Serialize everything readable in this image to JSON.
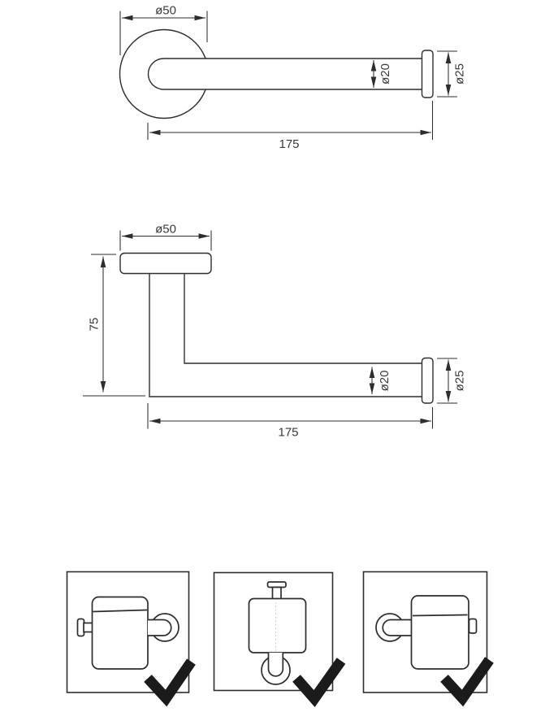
{
  "document": {
    "type": "technical-drawing",
    "background": "#ffffff",
    "colors": {
      "line": "#2d2d2d",
      "text": "#3a3a3a",
      "checkmark": "#1b1b1b",
      "dotted": "#c4c4c4"
    }
  },
  "views": {
    "top": {
      "dims": {
        "plate": "ø50",
        "bar": "ø20",
        "cap": "ø25",
        "length": "175"
      }
    },
    "front": {
      "dims": {
        "plate": "ø50",
        "height": "75",
        "bar": "ø20",
        "cap": "ø25",
        "length": "175"
      }
    }
  },
  "instructions": {
    "items": [
      {
        "id": "mount-horizontal-roll-left",
        "icon": "checkmark-icon"
      },
      {
        "id": "mount-vertical-roll-down",
        "icon": "checkmark-icon"
      },
      {
        "id": "mount-horizontal-roll-right",
        "icon": "checkmark-icon"
      }
    ]
  }
}
